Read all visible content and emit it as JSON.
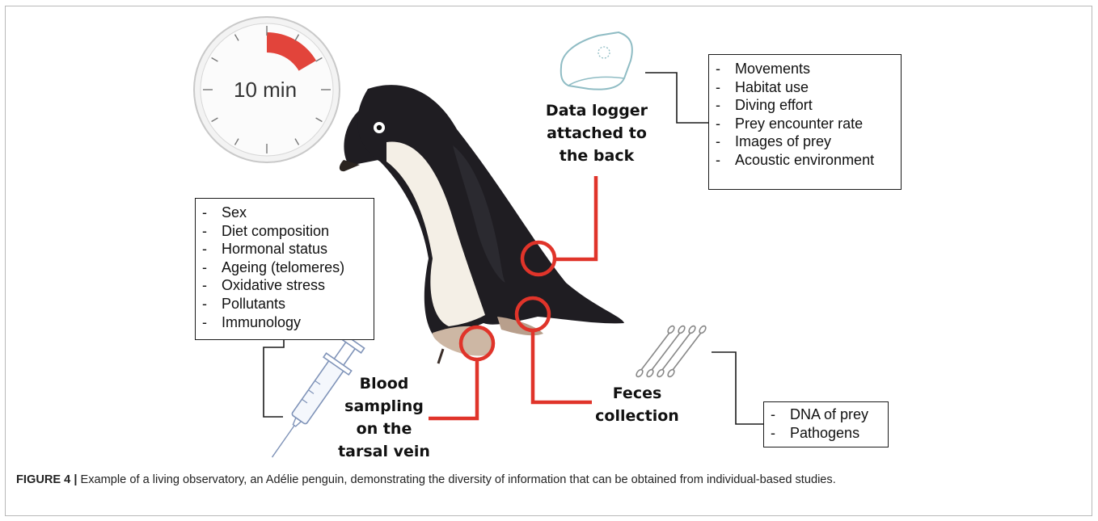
{
  "timer": {
    "label": "10 min"
  },
  "logger": {
    "label_lines": [
      "Data logger",
      "attached to",
      "the back"
    ],
    "items": [
      "Movements",
      "Habitat use",
      "Diving effort",
      "Prey encounter rate",
      "Images of prey",
      "Acoustic environment"
    ]
  },
  "blood": {
    "label_lines": [
      "Blood",
      "sampling",
      "on the",
      "tarsal vein"
    ],
    "items": [
      "Sex",
      "Diet composition",
      "Hormonal status",
      "Ageing (telomeres)",
      "Oxidative stress",
      "Pollutants",
      "Immunology"
    ]
  },
  "feces": {
    "label_lines": [
      "Feces",
      "collection"
    ],
    "items": [
      "DNA of prey",
      "Pathogens"
    ]
  },
  "bullet": "-",
  "caption": {
    "figure_label": "FIGURE 4 |",
    "text": " Example of a living observatory, an Adélie penguin, demonstrating the diversity of information that can be obtained from individual-based studies."
  },
  "colors": {
    "accent_red": "#e0342a",
    "penguin_black": "#1f1d22",
    "penguin_white": "#f4efe6",
    "logger_teal": "#8fbcc4",
    "syringe_blue": "#7f93b8"
  },
  "icons": [
    "timer-icon",
    "data-logger-icon",
    "syringe-icon",
    "swabs-icon",
    "penguin-illustration"
  ]
}
